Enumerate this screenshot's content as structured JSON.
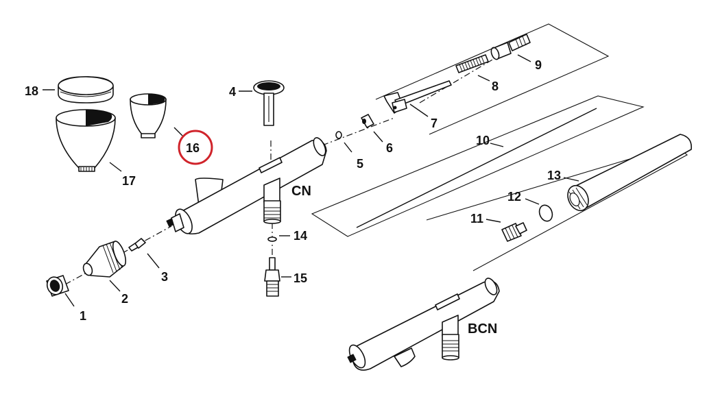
{
  "labels": {
    "p1": "1",
    "p2": "2",
    "p3": "3",
    "p4": "4",
    "p5": "5",
    "p6": "6",
    "p7": "7",
    "p8": "8",
    "p9": "9",
    "p10": "10",
    "p11": "11",
    "p12": "12",
    "p13": "13",
    "p14": "14",
    "p15": "15",
    "p16": "16",
    "p17": "17",
    "p18": "18",
    "cn": "CN",
    "bcn": "BCN"
  },
  "colors": {
    "line": "#111111",
    "highlight": "#d0242b",
    "background": "#ffffff"
  }
}
